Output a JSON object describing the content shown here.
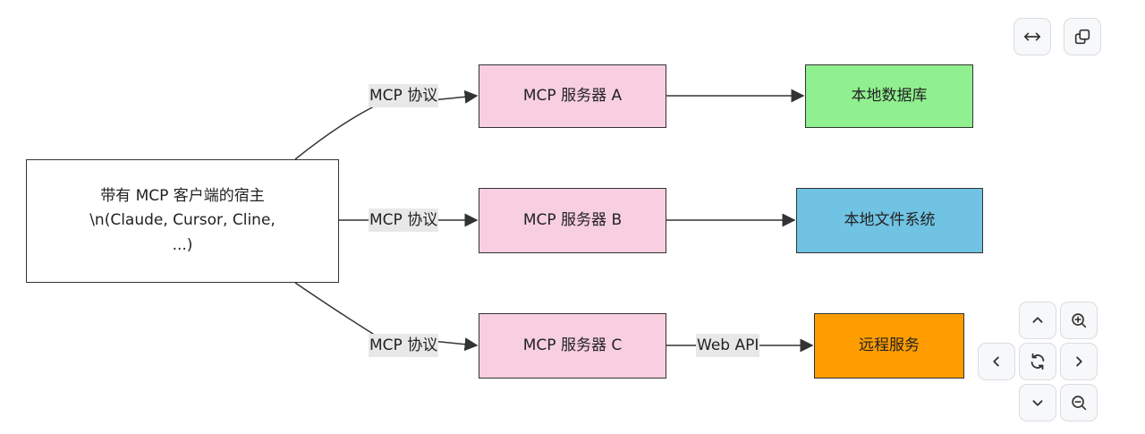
{
  "diagram": {
    "host": {
      "line1": "带有 MCP 客户端的宿主",
      "line2": "\\n(Claude, Cursor, Cline,",
      "line3": "...)"
    },
    "servers": {
      "a": "MCP 服务器 A",
      "b": "MCP 服务器 B",
      "c": "MCP 服务器 C"
    },
    "resources": {
      "db": "本地数据库",
      "fs": "本地文件系统",
      "remote": "远程服务"
    },
    "edge_labels": {
      "protocol": "MCP 协议",
      "web_api": "Web API"
    }
  },
  "colors": {
    "server_fill": "#f8cfe0",
    "db_fill": "#90f090",
    "fs_fill": "#70c3e3",
    "remote_fill": "#ff9d00"
  },
  "toolbar": {
    "icons": [
      "expand-width-icon",
      "copy-icon"
    ]
  },
  "zoom_controls": {
    "icons": [
      "pan-up-icon",
      "zoom-in-icon",
      "pan-left-icon",
      "reset-icon",
      "pan-right-icon",
      "pan-down-icon",
      "zoom-out-icon"
    ]
  }
}
